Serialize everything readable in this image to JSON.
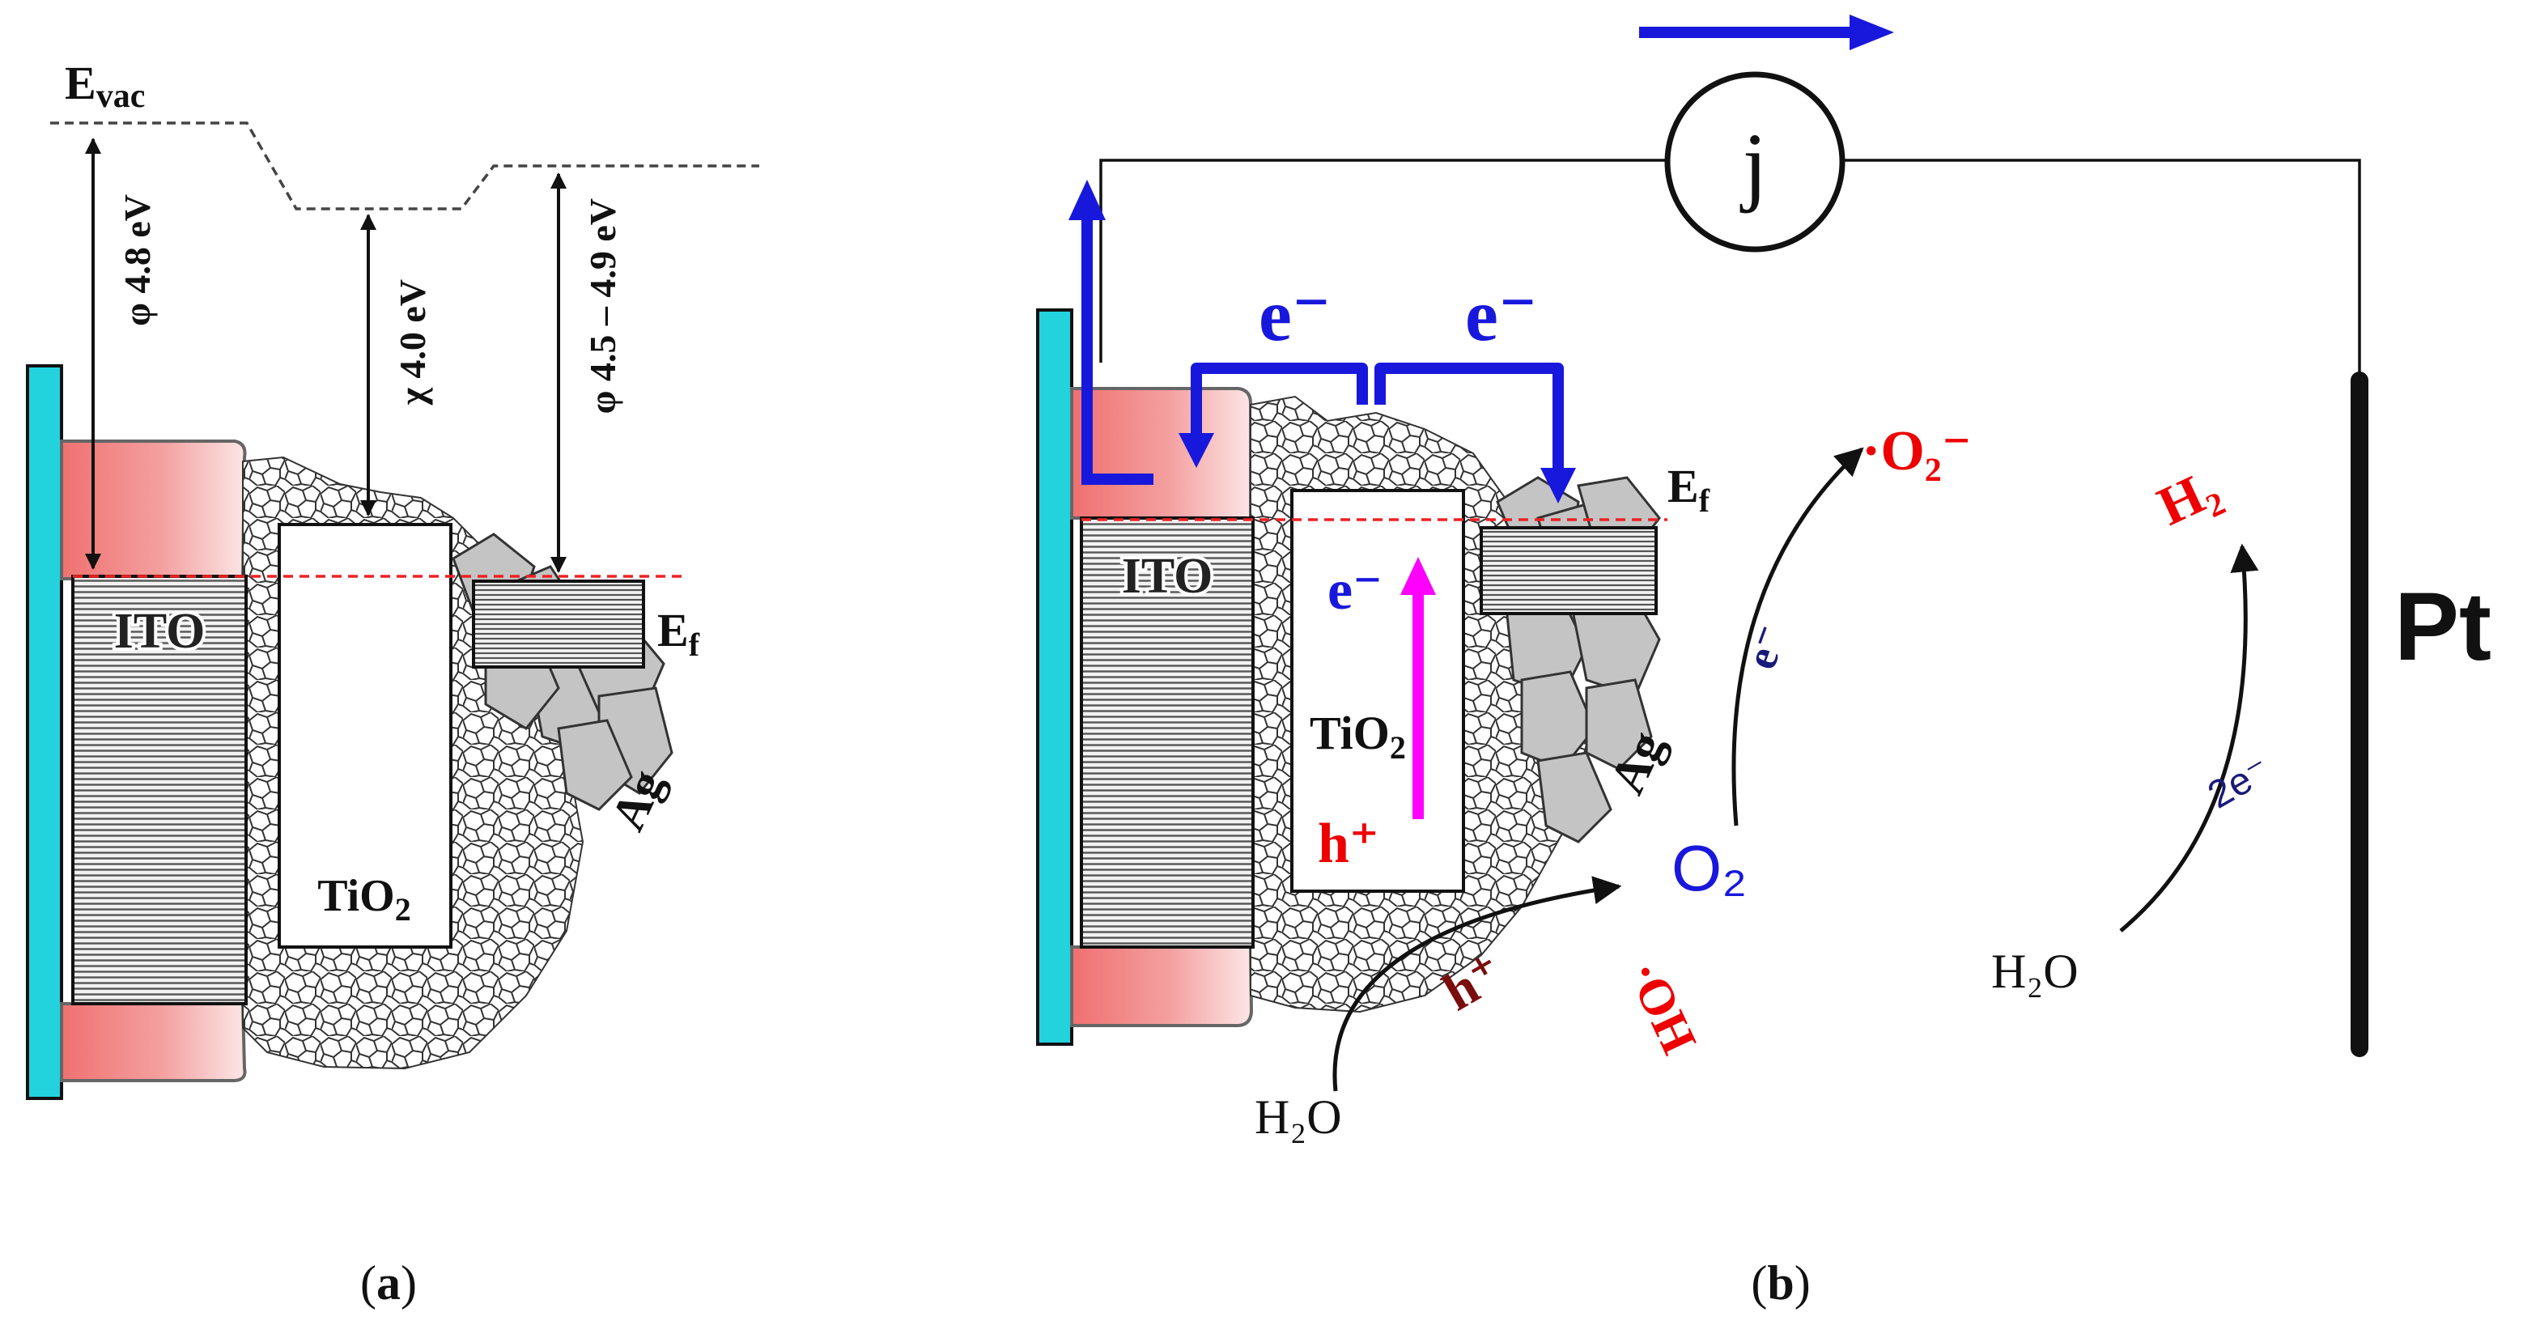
{
  "panel_a": {
    "caption": "(a)",
    "evac_label": "E",
    "evac_sub": "vac",
    "phi_ito": "φ  4.8 eV",
    "chi_tio2": "χ 4.0 eV",
    "phi_ag": "φ  4.5 – 4.9 eV",
    "ito_label": "ITO",
    "tio2_main": "TiO",
    "tio2_sub": "2",
    "ag_label": "Ag",
    "ef_main": "E",
    "ef_sub": "f"
  },
  "panel_b": {
    "caption": "(b)",
    "meter_label": "j",
    "ito_label": "ITO",
    "tio2_main": "TiO",
    "tio2_sub": "2",
    "ag_label": "Ag",
    "ef_main": "E",
    "ef_sub": "f",
    "electron_1": "e⁻",
    "electron_2": "e⁻",
    "electron_inner": "e⁻",
    "hole_inner": "h⁺",
    "hole_outer": "h⁺",
    "electron_to_o2": "e⁻",
    "two_electrons": "2e⁻",
    "superoxide": "·O₂⁻",
    "oxygen": "O₂",
    "hydroxyl": "·OH",
    "water_left": "H₂O",
    "water_right": "H₂O",
    "hydrogen": "H₂",
    "pt_label": "Pt"
  },
  "colors": {
    "cyan": "#22d3de",
    "ito_pink": "#f07878",
    "ito_gray": "#8a8a8a",
    "blue": "#1818dd",
    "magenta": "#ff00ff",
    "red": "#ee0000",
    "dark_red": "#7a0d0d",
    "navy": "#1a1a7a",
    "ag_gray": "#c4c4c4"
  }
}
